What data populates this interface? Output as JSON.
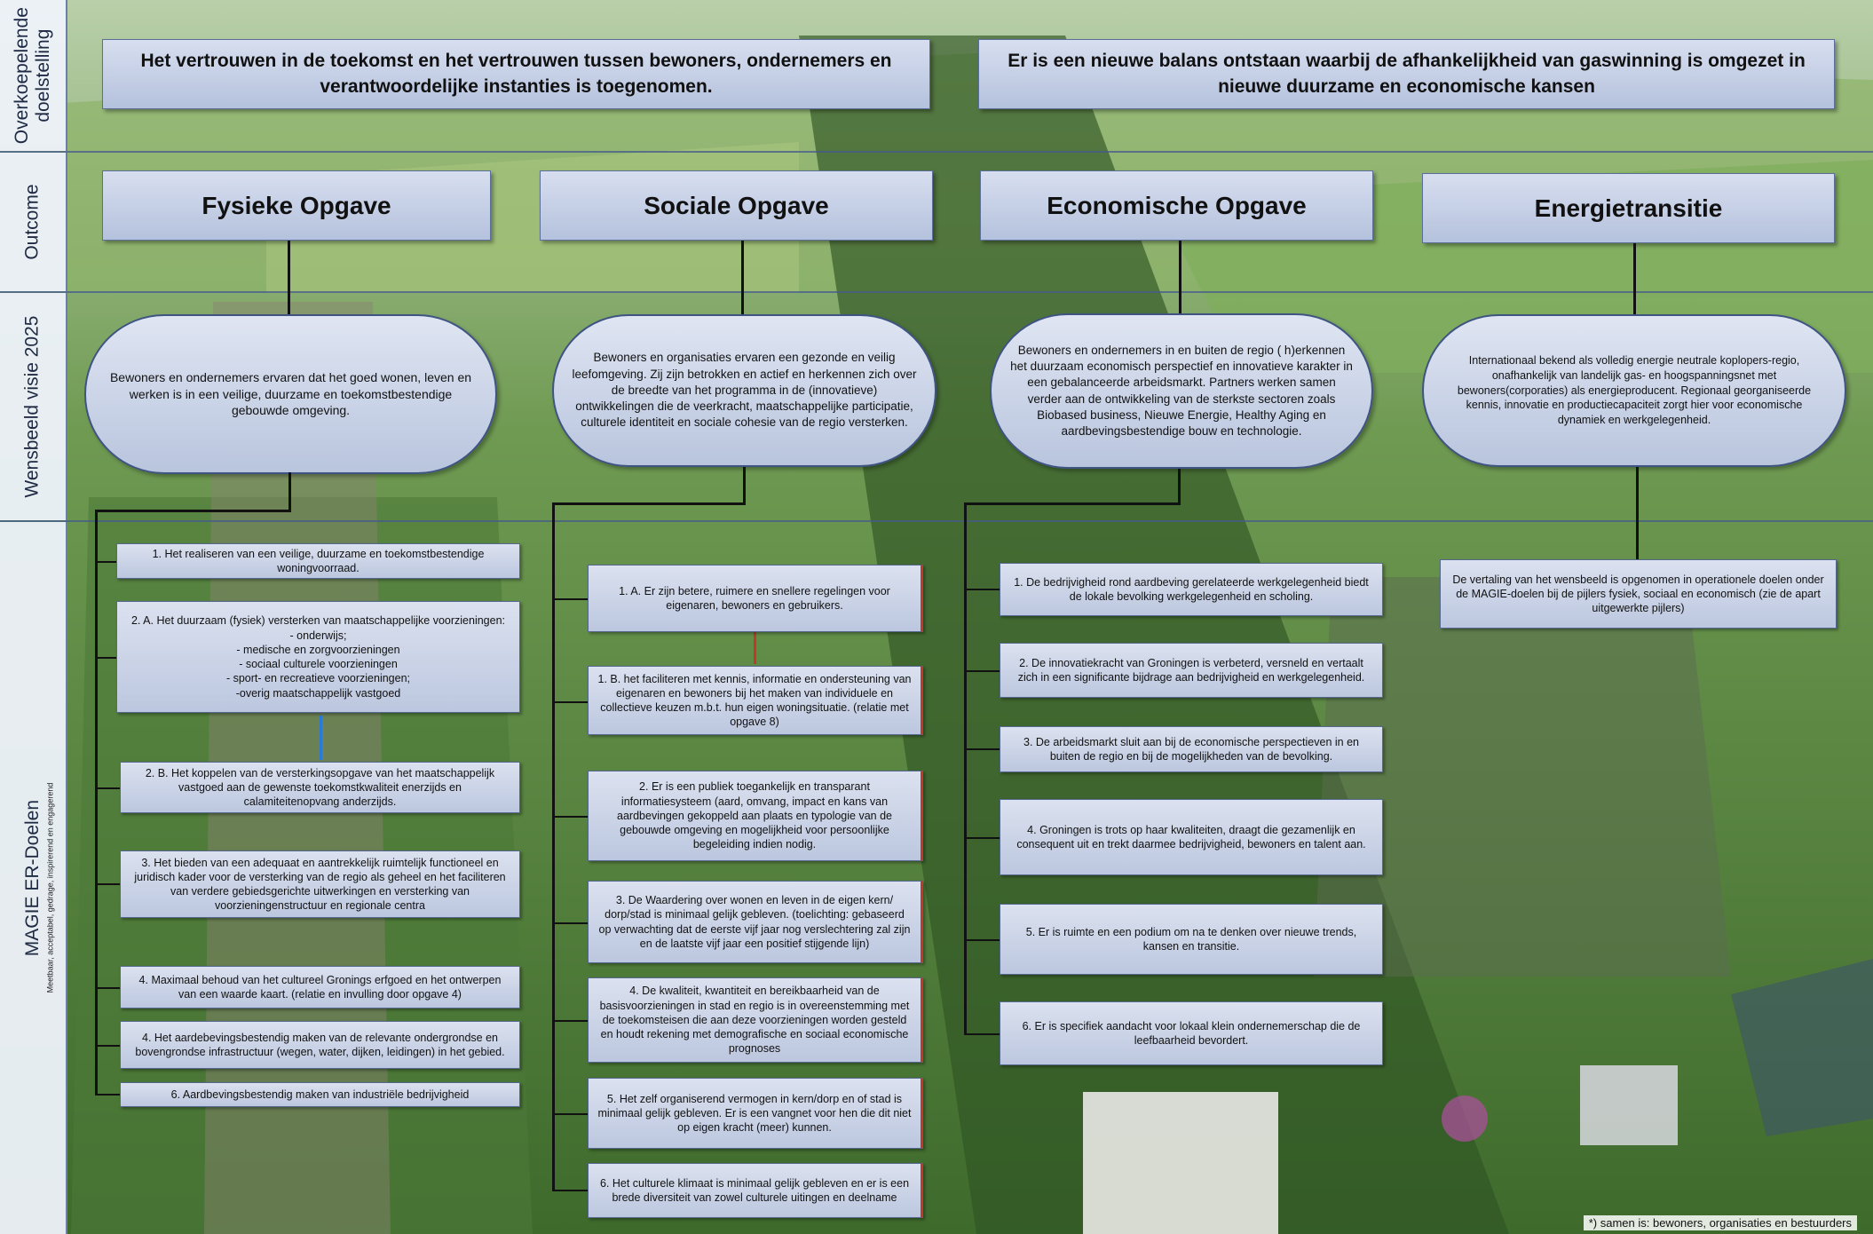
{
  "bands": {
    "overkoepelend": "Overkoepelende\ndoelstelling",
    "outcome": "Outcome",
    "wensbeeld": "Wensbeeld visie 2025",
    "magie": "MAGIE ER-Doelen",
    "magie_sub": "Meetbaar, acceptabel, gedrage, inspirerend en engagerend"
  },
  "goals": [
    "Het vertrouwen in de toekomst en het vertrouwen tussen bewoners, ondernemers en verantwoordelijke instanties is toegenomen.",
    "Er is een nieuwe balans ontstaan waarbij de afhankelijkheid van gaswinning is omgezet in nieuwe duurzame en economische kansen"
  ],
  "outcomes": [
    "Fysieke Opgave",
    "Sociale Opgave",
    "Economische Opgave",
    "Energietransitie"
  ],
  "visions": [
    "Bewoners en ondernemers ervaren dat het goed wonen, leven en werken is in een veilige, duurzame en toekomstbestendige gebouwde omgeving.",
    "Bewoners en organisaties ervaren een gezonde en veilig leefomgeving. Zij zijn betrokken en actief en herkennen zich over de breedte van het programma in de (innovatieve) ontwikkelingen die de veerkracht, maatschappelijke participatie, culturele identiteit en sociale cohesie van de regio versterken.",
    "Bewoners en ondernemers in en buiten de regio ( h)erkennen het  duurzaam economisch perspectief en innovatieve karakter in een gebalanceerde arbeidsmarkt. Partners werken samen verder aan de ontwikkeling van de sterkste sectoren zoals Biobased business,  Nieuwe Energie, Healthy Aging en  aardbevingsbestendige bouw en technologie.",
    "Internationaal bekend als volledig energie neutrale koplopers-regio, onafhankelijk van landelijk gas- en hoogspanningsnet met bewoners(corporaties) als energieproducent. Regionaal georganiseerde kennis, innovatie en productiecapaciteit zorgt hier voor economische dynamiek en werkgelegenheid."
  ],
  "fysiek_items": [
    "1.  Het realiseren van een veilige, duurzame en toekomstbestendige woningvoorraad.",
    "2. A. Het duurzaam (fysiek) versterken van maatschappelijke voorzieningen:\n- onderwijs;\n- medische en zorgvoorzieningen\n- sociaal culturele voorzieningen\n- sport- en recreatieve voorzieningen;\n-overig maatschappelijk vastgoed",
    "2. B. Het koppelen van de versterkingsopgave van het maatschappelijk vastgoed aan de gewenste toekomstkwaliteit enerzijds en calamiteitenopvang anderzijds.",
    "3. Het bieden van een adequaat en aantrekkelijk ruimtelijk functioneel en juridisch kader voor de versterking van de regio als geheel en het faciliteren van verdere gebiedsgerichte uitwerkingen en versterking van voorzieningenstructuur en regionale centra",
    "4. Maximaal behoud van het cultureel Gronings erfgoed en het ontwerpen van een waarde kaart. (relatie en invulling door opgave 4)",
    "4. Het aardebevingsbestendig maken van de relevante ondergrondse en bovengrondse infrastructuur (wegen, water, dijken, leidingen) in het gebied.",
    "6. Aardbevingsbestendig maken van industriële bedrijvigheid"
  ],
  "sociaal_items": [
    "1. A. Er zijn betere, ruimere en snellere regelingen voor eigenaren, bewoners en gebruikers.",
    "1. B. het faciliteren met kennis, informatie en ondersteuning van eigenaren en bewoners bij het maken van individuele en collectieve keuzen m.b.t. hun eigen woningsituatie. (relatie met opgave 8)",
    "2. Er is een publiek toegankelijk en transparant informatiesysteem (aard, omvang, impact en kans van aardbevingen gekoppeld aan plaats en typologie van de gebouwde omgeving en mogelijkheid voor persoonlijke begeleiding indien nodig.",
    "3. De Waardering over wonen en leven in de eigen kern/ dorp/stad is minimaal gelijk gebleven. (toelichting: gebaseerd op verwachting dat de eerste vijf jaar nog verslechtering zal zijn en de laatste vijf jaar een positief stijgende lijn)",
    "4. De kwaliteit, kwantiteit en bereikbaarheid van de basisvoorzieningen in stad en regio is in overeenstemming met de toekomsteisen die aan deze voorzieningen worden gesteld en houdt rekening met demografische en sociaal economische prognoses",
    "5. Het zelf organiserend vermogen in kern/dorp en of stad is minimaal gelijk gebleven. Er is een vangnet voor hen die dit niet op eigen kracht (meer) kunnen.",
    "6. Het culturele klimaat is minimaal gelijk gebleven en er is een brede diversiteit van zowel culturele uitingen en deelname"
  ],
  "economisch_items": [
    "1. De bedrijvigheid rond aardbeving gerelateerde werkgelegenheid biedt de lokale bevolking werkgelegenheid en scholing.",
    "2. De innovatiekracht van Groningen is verbeterd, versneld en vertaalt zich in een significante bijdrage aan bedrijvigheid en werkgelegenheid.",
    "3. De arbeidsmarkt sluit aan bij de economische perspectieven in en buiten de regio en bij de mogelijkheden van de bevolking.",
    "4. Groningen is trots op haar kwaliteiten, draagt die gezamenlijk en consequent uit en trekt daarmee bedrijvigheid, bewoners en talent aan.",
    "5. Er is ruimte en een podium om na te denken over nieuwe trends, kansen en transitie.",
    "6. Er is specifiek aandacht voor lokaal klein ondernemerschap die de leefbaarheid bevordert."
  ],
  "energie_items": [
    "De vertaling van het wensbeeld is opgenomen in operationele doelen onder de MAGIE-doelen bij de pijlers fysiek, sociaal en economisch (zie de apart uitgewerkte pijlers)"
  ],
  "footnote": "*) samen is: bewoners, organisaties en bestuurders"
}
